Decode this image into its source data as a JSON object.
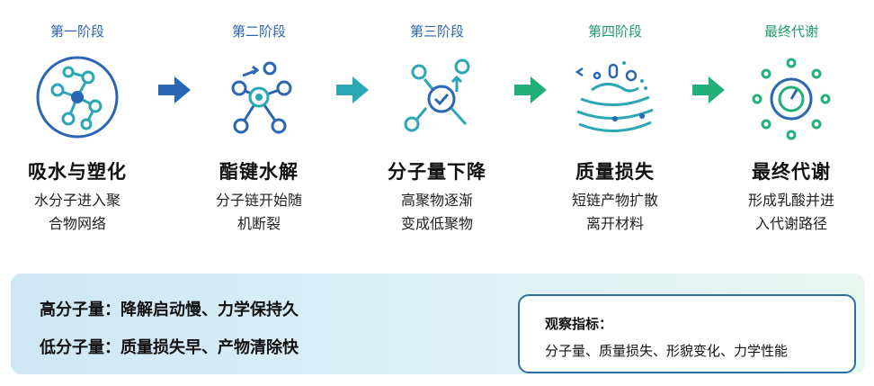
{
  "stages": [
    {
      "label": "第一阶段",
      "title": "吸水与塑化",
      "desc": [
        "水分子进入聚",
        "合物网络"
      ],
      "icon": "network-molecule-icon",
      "color": "#2a66b4"
    },
    {
      "label": "第二阶段",
      "title": "酯键水解",
      "desc": [
        "分子链开始随",
        "机断裂"
      ],
      "icon": "bond-cleavage-icon",
      "color": "#2a66b4"
    },
    {
      "label": "第三阶段",
      "title": "分子量下降",
      "desc": [
        "高聚物逐渐",
        "变成低聚物"
      ],
      "icon": "molecular-weight-check-icon",
      "color": "#2a66b4"
    },
    {
      "label": "第四阶段",
      "title": "质量损失",
      "desc": [
        "短链产物扩散",
        "离开材料"
      ],
      "icon": "diffusion-flow-icon",
      "color": "#1f9a6a"
    },
    {
      "label": "最终代谢",
      "title": "最终代谢",
      "desc": [
        "形成乳酸并进",
        "入代谢路径"
      ],
      "icon": "metabolism-sun-icon",
      "color": "#1f9a6a"
    }
  ],
  "notes": {
    "high": "高分子量：降解启动慢、力学保持久",
    "low": "低分子量：质量损失早、产物清除快"
  },
  "observe": {
    "title": "观察指标：",
    "text": "分子量、质量损失、形貌变化、力学性能"
  },
  "colors": {
    "blue": "#2a66b4",
    "teal": "#2aa6b4",
    "green": "#22b07a"
  }
}
